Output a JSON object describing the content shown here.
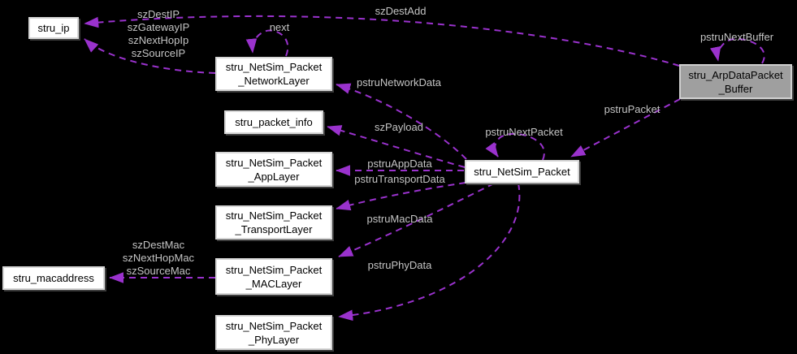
{
  "diagram": {
    "title": "stru_ArpDataPacket_Buffer collaboration diagram",
    "background_color": "#000000",
    "edge_color": "#9a32cd",
    "edge_label_color": "#c4c4c4",
    "node_fill": "#ffffff",
    "node_text_color": "#000000",
    "highlighted_node_fill": "#9f9f9f"
  },
  "nodes": [
    {
      "id": "stru_ip",
      "label": "stru_ip",
      "highlighted": false
    },
    {
      "id": "stru_NetSim_Packet_NetworkLayer",
      "label": "stru_NetSim_Packet\n_NetworkLayer",
      "highlighted": false
    },
    {
      "id": "stru_packet_info",
      "label": "stru_packet_info",
      "highlighted": false
    },
    {
      "id": "stru_NetSim_Packet_AppLayer",
      "label": "stru_NetSim_Packet\n_AppLayer",
      "highlighted": false
    },
    {
      "id": "stru_NetSim_Packet_TransportLayer",
      "label": "stru_NetSim_Packet\n_TransportLayer",
      "highlighted": false
    },
    {
      "id": "stru_macaddress",
      "label": "stru_macaddress",
      "highlighted": false
    },
    {
      "id": "stru_NetSim_Packet_MACLayer",
      "label": "stru_NetSim_Packet\n_MACLayer",
      "highlighted": false
    },
    {
      "id": "stru_NetSim_Packet_PhyLayer",
      "label": "stru_NetSim_Packet\n_PhyLayer",
      "highlighted": false
    },
    {
      "id": "stru_NetSim_Packet",
      "label": "stru_NetSim_Packet",
      "highlighted": false
    },
    {
      "id": "stru_ArpDataPacket_Buffer",
      "label": "stru_ArpDataPacket\n_Buffer",
      "highlighted": true
    }
  ],
  "edges": [
    {
      "from": "stru_NetSim_Packet_NetworkLayer",
      "to": "stru_ip",
      "label": "szDestIP\nszGatewayIP\nszNextHopIp\nszSourceIP"
    },
    {
      "from": "stru_ArpDataPacket_Buffer",
      "to": "stru_ip",
      "label": "szDestAdd"
    },
    {
      "from": "stru_NetSim_Packet_NetworkLayer",
      "to": "stru_NetSim_Packet_NetworkLayer",
      "label": "next"
    },
    {
      "from": "stru_NetSim_Packet",
      "to": "stru_NetSim_Packet_NetworkLayer",
      "label": "pstruNetworkData"
    },
    {
      "from": "stru_NetSim_Packet",
      "to": "stru_packet_info",
      "label": "szPayload"
    },
    {
      "from": "stru_NetSim_Packet",
      "to": "stru_NetSim_Packet_AppLayer",
      "label": "pstruAppData"
    },
    {
      "from": "stru_NetSim_Packet",
      "to": "stru_NetSim_Packet_TransportLayer",
      "label": "pstruTransportData"
    },
    {
      "from": "stru_NetSim_Packet",
      "to": "stru_NetSim_Packet_MACLayer",
      "label": "pstruMacData"
    },
    {
      "from": "stru_NetSim_Packet",
      "to": "stru_NetSim_Packet_PhyLayer",
      "label": "pstruPhyData"
    },
    {
      "from": "stru_NetSim_Packet_MACLayer",
      "to": "stru_macaddress",
      "label": "szDestMac\nszNextHopMac\nszSourceMac"
    },
    {
      "from": "stru_NetSim_Packet",
      "to": "stru_NetSim_Packet",
      "label": "pstruNextPacket"
    },
    {
      "from": "stru_ArpDataPacket_Buffer",
      "to": "stru_NetSim_Packet",
      "label": "pstruPacket"
    },
    {
      "from": "stru_ArpDataPacket_Buffer",
      "to": "stru_ArpDataPacket_Buffer",
      "label": "pstruNextBuffer"
    }
  ]
}
